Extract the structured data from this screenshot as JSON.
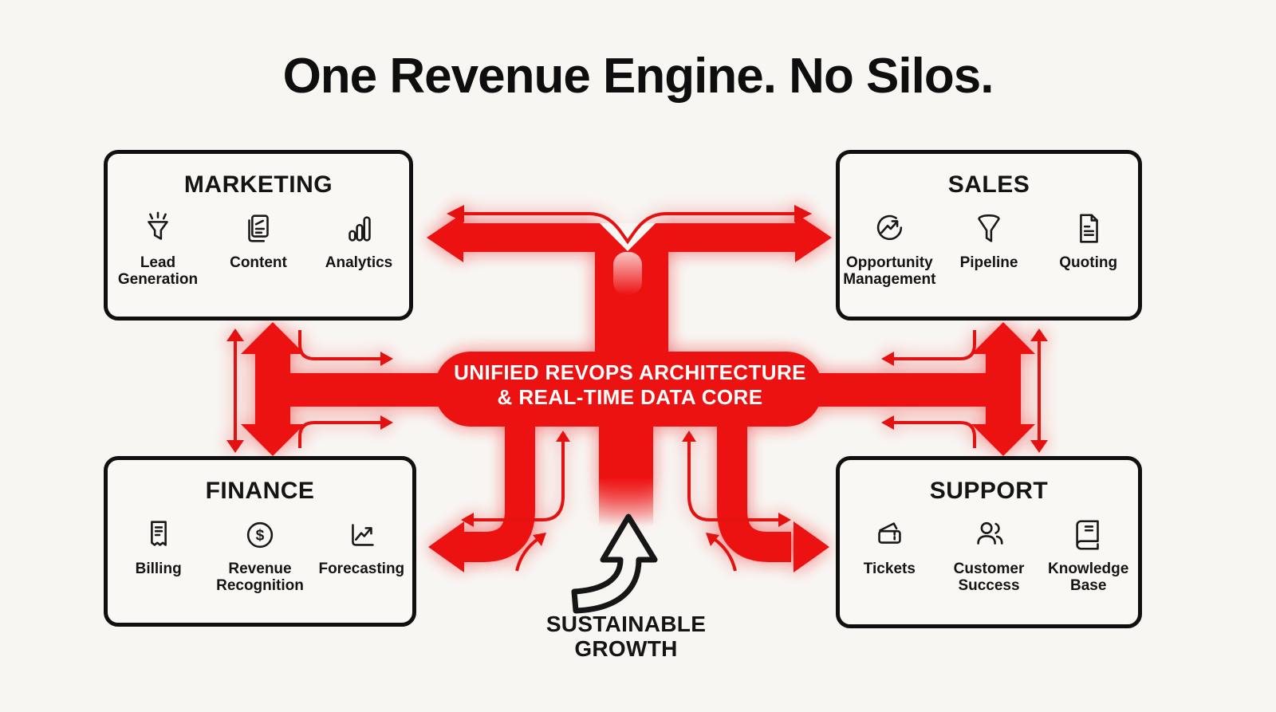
{
  "title": "One Revenue Engine. No Silos.",
  "colors": {
    "background": "#f8f6f3",
    "arrow_red": "#ed1212",
    "thin_arrow_red": "#e41111",
    "box_border_black": "#101010",
    "core_text_white": "#ffffff"
  },
  "core": {
    "line1": "UNIFIED REVOPS ARCHITECTURE",
    "line2": "& REAL-TIME DATA CORE"
  },
  "growth": {
    "line1": "SUSTAINABLE",
    "line2": "GROWTH"
  },
  "departments": [
    {
      "id": "marketing",
      "title": "MARKETING",
      "items": [
        {
          "icon": "lead-generation-icon",
          "label": "Lead Generation"
        },
        {
          "icon": "content-icon",
          "label": "Content"
        },
        {
          "icon": "analytics-icon",
          "label": "Analytics"
        }
      ]
    },
    {
      "id": "sales",
      "title": "SALES",
      "items": [
        {
          "icon": "opportunity-management-icon",
          "label": "Opportunity Management"
        },
        {
          "icon": "pipeline-icon",
          "label": "Pipeline"
        },
        {
          "icon": "quoting-icon",
          "label": "Quoting"
        }
      ]
    },
    {
      "id": "finance",
      "title": "FINANCE",
      "items": [
        {
          "icon": "billing-icon",
          "label": "Billing"
        },
        {
          "icon": "revenue-recognition-icon",
          "label": "Revenue Recognition"
        },
        {
          "icon": "forecasting-icon",
          "label": "Forecasting"
        }
      ]
    },
    {
      "id": "support",
      "title": "SUPPORT",
      "items": [
        {
          "icon": "tickets-icon",
          "label": "Tickets"
        },
        {
          "icon": "customer-success-icon",
          "label": "Customer Success"
        },
        {
          "icon": "knowledge-base-icon",
          "label": "Knowledge Base"
        }
      ]
    }
  ]
}
